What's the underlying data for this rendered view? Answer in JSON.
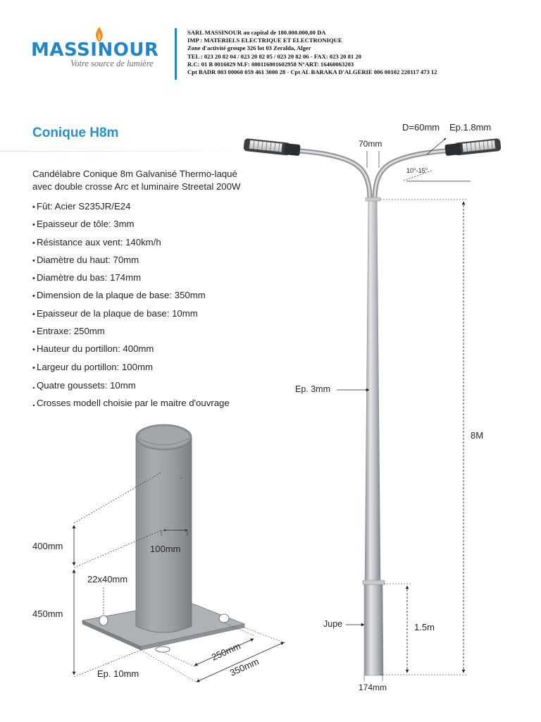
{
  "header": {
    "logo": "MASSINOUR",
    "tagline": "Votre source de lumière",
    "company_lines": [
      "SARL MASSINOUR au capital de 180.000.000,00 DA",
      "IMP : MATERIELS ELECTRIQUE ET ELECTRONIQUE",
      "Zone d'activité groupe 326 lot 03 Zeralda, Alger",
      "TEL : 023 20 82 04 / 023 20 82 05 / 023 20 82 06 - FAX: 023 20 81 20",
      "R.C: 01 B 0016029  M.F: 000116001602958  N°ART: 16460063203",
      "Cpt BADR 003 00060 059 461 3000 28 - Cpt AL BARAKA D'ALGERIE 006 00102 220117 473 12"
    ],
    "accent_color": "#1f86c8",
    "flame_color": "#f08a24"
  },
  "product": {
    "title": "Conique H8m",
    "description": [
      "Candélabre Conique 8m Galvanisé Thermo-laqué",
      "avec double crosse Arc et luminaire Streetal 200W"
    ],
    "specs": [
      "Fût: Acier S235JR/E24",
      "Epaisseur de tôle: 3mm",
      "Résistance aux vent: 140km/h",
      "Diamètre du haut: 70mm",
      "Diamètre du bas: 174mm",
      "Dimension de la plaque de base: 350mm",
      "Epaisseur de la plaque de base: 10mm",
      "Entraxe: 250mm",
      "Hauteur du portillon: 400mm",
      "Largeur du portillon: 100mm",
      "Quatre goussets: 10mm",
      "Crosses modell choisie par le maitre d'ouvrage"
    ],
    "title_color": "#2b8fcc"
  },
  "pole_drawing": {
    "luminaire_dims": "D=60mm",
    "luminaire_thickness": "Ep.1.8mm",
    "top_diameter": "70mm",
    "tilt": "10°-15°",
    "wall_thickness": "Ep. 3mm",
    "height": "8M",
    "skirt": "Jupe",
    "skirt_height": "1.5m",
    "base_diameter": "174mm"
  },
  "base_drawing": {
    "door_height": "400mm",
    "door_width": "100mm",
    "slot": "22x40mm",
    "base_height": "450mm",
    "plate_thickness": "Ep. 10mm",
    "bolt_spacing": "250mm",
    "plate_size": "350mm"
  }
}
